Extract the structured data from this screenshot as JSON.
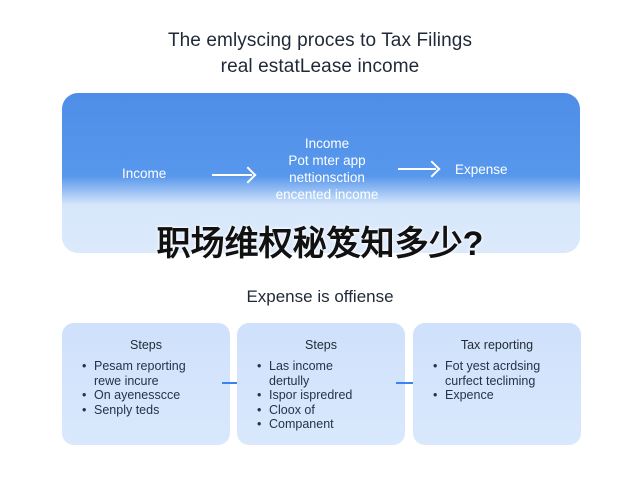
{
  "header": {
    "title_line1": "The emlyscing proces to Tax Filings",
    "title_line2": "real estatLease income"
  },
  "flow": {
    "left_label": "Income",
    "middle_lines": [
      "Income",
      "Pot mter app",
      "nettionsction",
      "encented income"
    ],
    "right_label": "Expense"
  },
  "overlay_text": "职场维权秘笈知多少?",
  "section_title": "Expense is offiense",
  "cards": [
    {
      "title": "Steps",
      "items": [
        {
          "text": "Pesam reporting",
          "bullet": true
        },
        {
          "text": "rewe incure",
          "bullet": false
        },
        {
          "text": "On ayenesscce",
          "bullet": true
        },
        {
          "text": "Senply teds",
          "bullet": true
        }
      ]
    },
    {
      "title": "Steps",
      "items": [
        {
          "text": "Las income",
          "bullet": true
        },
        {
          "text": "dertully",
          "bullet": false
        },
        {
          "text": "Ispor ispredred",
          "bullet": true
        },
        {
          "text": "Cloox of",
          "bullet": true
        },
        {
          "text": "Companent",
          "bullet": true
        }
      ]
    },
    {
      "title": "Tax reporting",
      "items": [
        {
          "text": "Fot yest acrdsing",
          "bullet": true
        },
        {
          "text": "curfect tecliming",
          "bullet": false
        },
        {
          "text": "Expence",
          "bullet": true
        }
      ]
    }
  ],
  "colors": {
    "panel_blue": "#5797ec",
    "card_blue": "#d4e4fb",
    "arrow_blue": "#3b82f6",
    "text_dark": "#1f2937"
  }
}
